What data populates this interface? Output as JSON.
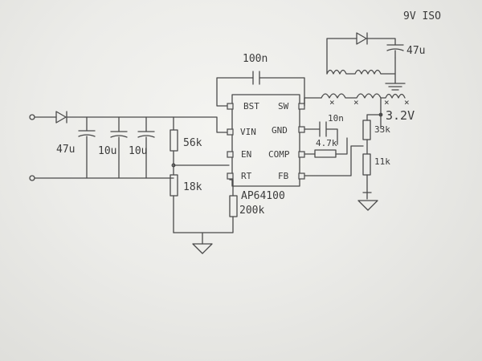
{
  "chip": {
    "part": "AP64100",
    "pins": {
      "bst": "BST",
      "vin": "VIN",
      "en": "EN",
      "rt": "RT",
      "sw": "SW",
      "gnd": "GND",
      "comp": "COMP",
      "fb": "FB"
    }
  },
  "components": {
    "c_bst": "100n",
    "c_in1": "47u",
    "c_in2": "10u",
    "c_in3": "10u",
    "r_en_top": "56k",
    "r_en_bot": "18k",
    "r_rt": "200k",
    "c_comp": "10n",
    "r_comp": "4.7k",
    "r_fb_top": "33k",
    "r_fb_bot": "11k",
    "c_iso": "47u"
  },
  "nets": {
    "output_voltage": "3.2V",
    "iso_output": "9V ISO"
  }
}
